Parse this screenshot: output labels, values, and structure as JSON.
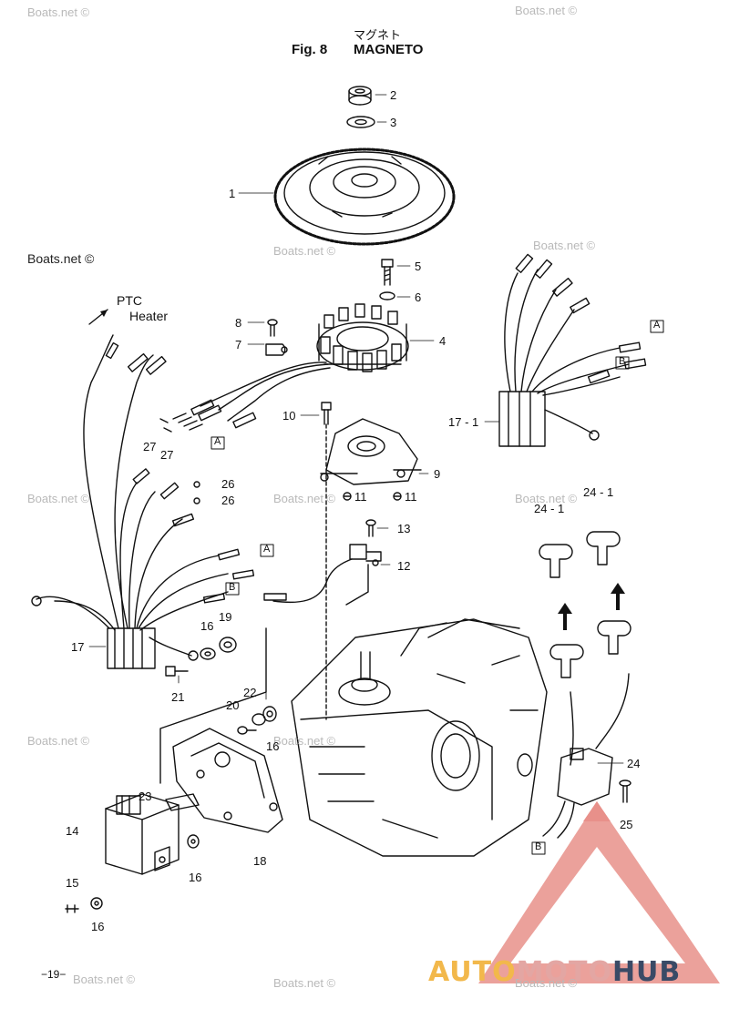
{
  "header": {
    "japanese_title": "マグネト",
    "fig_number": "Fig. 8",
    "title": "MAGNETO"
  },
  "watermark": "Boats.net ©",
  "ptc_heater": {
    "line1": "PTC",
    "line2": "Heater"
  },
  "boxed_markers": {
    "a": "A",
    "b": "B"
  },
  "callouts": {
    "c1": "1",
    "c2": "2",
    "c3": "3",
    "c4": "4",
    "c5": "5",
    "c6": "6",
    "c7": "7",
    "c8": "8",
    "c9": "9",
    "c10": "10",
    "c11": "11",
    "c12": "12",
    "c13": "13",
    "c14": "14",
    "c15": "15",
    "c16": "16",
    "c17": "17",
    "c17_1": "17 - 1",
    "c18": "18",
    "c19": "19",
    "c20": "20",
    "c21": "21",
    "c22": "22",
    "c23": "23",
    "c24": "24",
    "c24_1": "24 - 1",
    "c25": "25",
    "c26": "26",
    "c27": "27"
  },
  "page_number": "−19−",
  "brand": {
    "part1": "AUTO",
    "part2": "MOTO",
    "part3": "HUB"
  },
  "colors": {
    "line": "#111111",
    "watermark": "#b9b9b9",
    "brand_triangle": "#e8908a",
    "brand_auto": "#f2b84b",
    "brand_hub": "#3a4a66"
  }
}
